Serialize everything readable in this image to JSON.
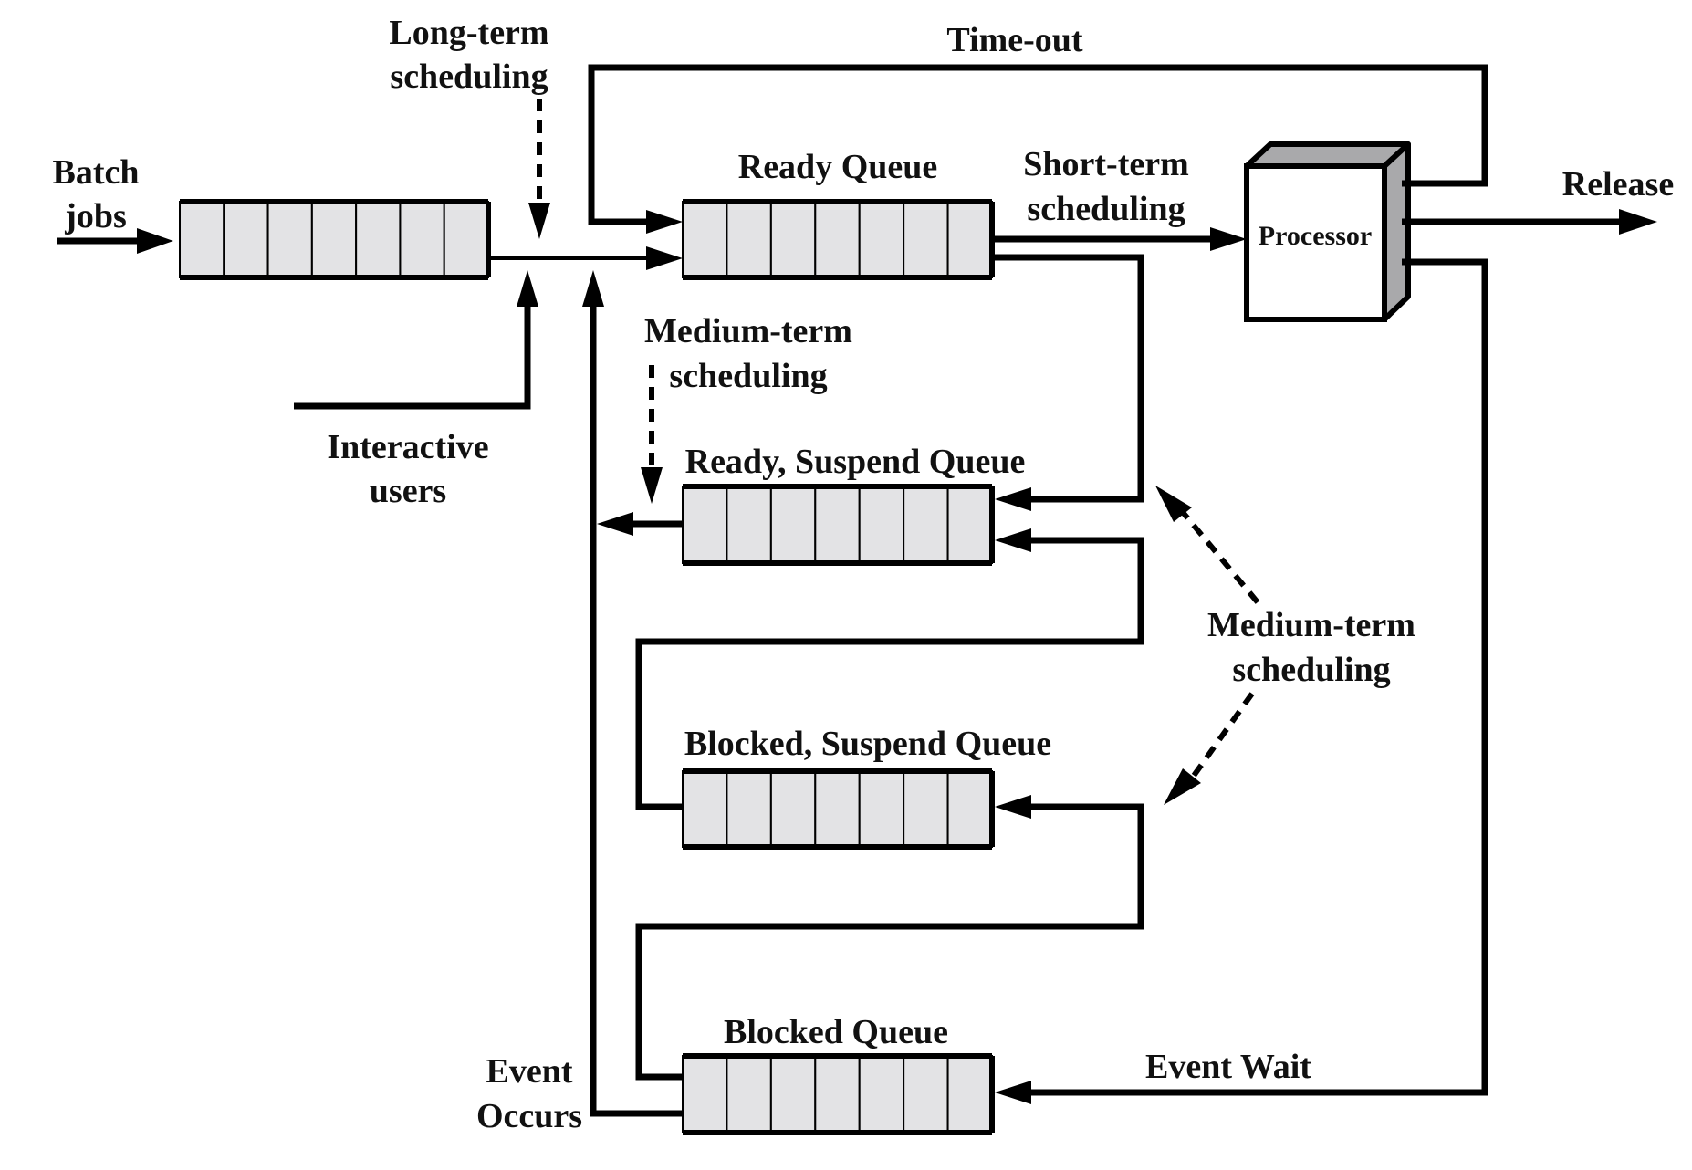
{
  "diagram": {
    "title_labels": {
      "long_term": [
        "Long-term",
        "scheduling"
      ],
      "time_out": "Time-out",
      "batch_jobs": [
        "Batch",
        "jobs"
      ],
      "interactive_users": [
        "Interactive",
        "users"
      ],
      "short_term": [
        "Short-term",
        "scheduling"
      ],
      "release": "Release",
      "medium_term_upper": [
        "Medium-term",
        "scheduling"
      ],
      "medium_term_right": [
        "Medium-term",
        "scheduling"
      ],
      "event_occurs": [
        "Event",
        "Occurs"
      ],
      "event_wait": "Event Wait"
    },
    "queues": [
      {
        "id": "batch",
        "label": "",
        "cells": 7
      },
      {
        "id": "ready",
        "label": "Ready Queue",
        "cells": 7
      },
      {
        "id": "ready-suspend",
        "label": "Ready, Suspend Queue",
        "cells": 7
      },
      {
        "id": "blocked-suspend",
        "label": "Blocked, Suspend Queue",
        "cells": 7
      },
      {
        "id": "blocked",
        "label": "Blocked Queue",
        "cells": 7
      }
    ],
    "processor": {
      "label": "Processor",
      "side_color": "#a9a9ab",
      "front_color": "#ffffff"
    },
    "colors": {
      "cell_fill": "#e3e3e5",
      "line": "#000000"
    }
  }
}
